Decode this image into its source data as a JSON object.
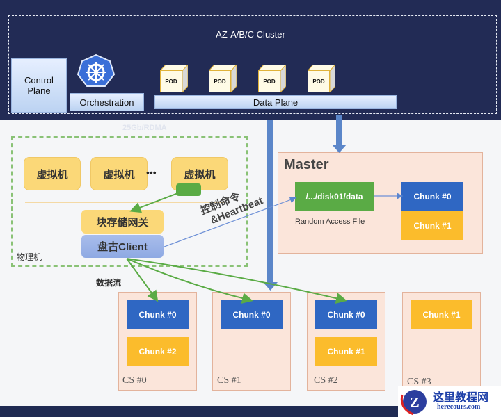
{
  "cluster": {
    "title": "AZ-A/B/C Cluster",
    "control_plane": "Control Plane",
    "orchestration": "Orchestration",
    "orchestration_icon": "kubernetes-helm-icon",
    "pods": [
      "POD",
      "POD",
      "POD",
      "POD"
    ],
    "data_plane": "Data Plane"
  },
  "network_label": "25Gb/RDMA",
  "physical_machine": {
    "label": "物理机",
    "vms": [
      "虚拟机",
      "虚拟机",
      "虚拟机"
    ],
    "ellipsis": "•••",
    "gateway": "块存储网关",
    "client": "盘古Client"
  },
  "control_link": {
    "line1": "控制命令",
    "line2": "&Heartbeat"
  },
  "data_flow_label": "数据流",
  "master": {
    "title": "Master",
    "file_path": "/.../disk01/data",
    "file_caption": "Random Access File",
    "chunks": [
      "Chunk #0",
      "Chunk #1"
    ]
  },
  "chunk_servers": [
    {
      "label": "CS  #0",
      "chunks": [
        {
          "name": "Chunk #0",
          "color": "blue"
        },
        {
          "name": "Chunk #2",
          "color": "yellow"
        }
      ]
    },
    {
      "label": "CS  #1",
      "chunks": [
        {
          "name": "Chunk #0",
          "color": "blue"
        }
      ]
    },
    {
      "label": "CS  #2",
      "chunks": [
        {
          "name": "Chunk #0",
          "color": "blue"
        },
        {
          "name": "Chunk #1",
          "color": "yellow"
        }
      ]
    },
    {
      "label": "CS  #3",
      "chunks": [
        {
          "name": "Chunk #1",
          "color": "yellow"
        }
      ]
    }
  ],
  "watermark": {
    "title": "这里教程网",
    "url": "herecours.com"
  },
  "colors": {
    "navy": "#222b55",
    "chunk_blue": "#2f67c3",
    "chunk_yellow": "#fbbc2c",
    "green": "#5aab45",
    "salmon": "#fbe5da"
  }
}
